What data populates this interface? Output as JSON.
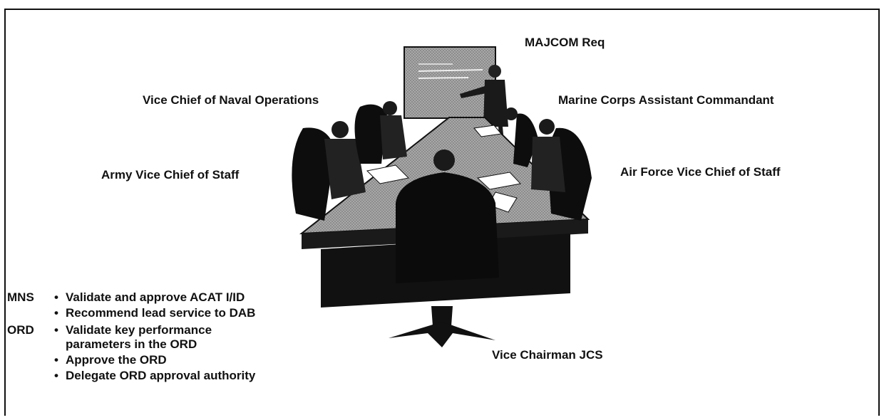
{
  "labels": {
    "majcom": "MAJCOM Req",
    "navy": "Vice Chief of Naval Operations",
    "marines": "Marine Corps Assistant Commandant",
    "army": "Army Vice Chief of Staff",
    "airforce": "Air Force Vice Chief of Staff",
    "vcjcs": "Vice Chairman JCS"
  },
  "notes": [
    {
      "key": "MNS",
      "items": [
        "Validate and approve ACAT I/ID",
        "Recommend lead service to DAB"
      ]
    },
    {
      "key": "ORD",
      "items": [
        "Validate key performance parameters in the ORD",
        "Approve the ORD",
        "Delegate ORD approval authority"
      ]
    }
  ],
  "colors": {
    "ink": "#111111",
    "screen": "#9a9a9a",
    "table": "#8a8a8a"
  }
}
